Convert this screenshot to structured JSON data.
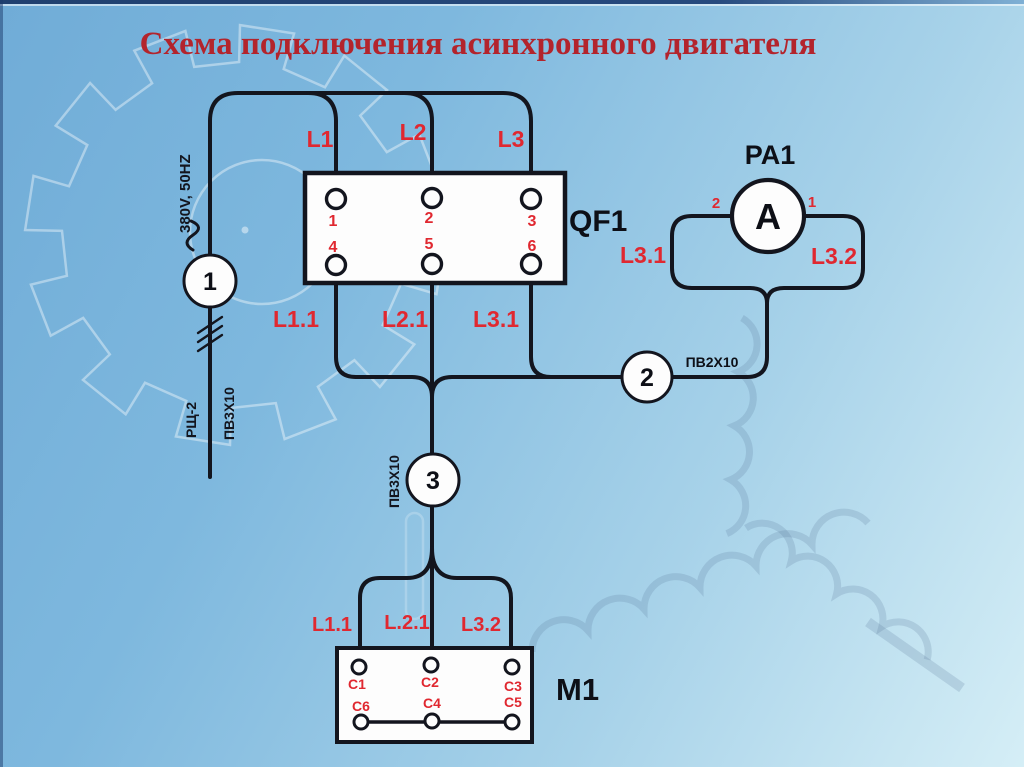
{
  "title": "Схема подключения асинхронного двигателя",
  "supply": {
    "node": "1",
    "voltage": "380V, 50HZ",
    "panel": "РЩ-2",
    "cable": "ПВ3Х10"
  },
  "phase_labels": [
    "L1",
    "L2",
    "L3"
  ],
  "breaker": {
    "name": "QF1",
    "top_terminals": [
      "1",
      "2",
      "3"
    ],
    "bottom_terminals": [
      "4",
      "5",
      "6"
    ],
    "output_labels": [
      "L1.1",
      "L2.1",
      "L3.1"
    ]
  },
  "ammeter": {
    "name": "PA1",
    "dial": "A",
    "left_terminal": "2",
    "right_terminal": "1",
    "left_wire": "L3.1",
    "right_wire": "L3.2"
  },
  "ammeter_cable": {
    "node": "2",
    "label": "ПВ2Х10"
  },
  "motor_cable": {
    "node": "3",
    "label": "ПВ3Х10"
  },
  "motor": {
    "name": "M1",
    "input_labels": [
      "L1.1",
      "L.2.1",
      "L3.2"
    ],
    "top_terminals": [
      "C1",
      "C2",
      "C3"
    ],
    "bottom_terminals": [
      "C6",
      "C4",
      "C5"
    ]
  }
}
